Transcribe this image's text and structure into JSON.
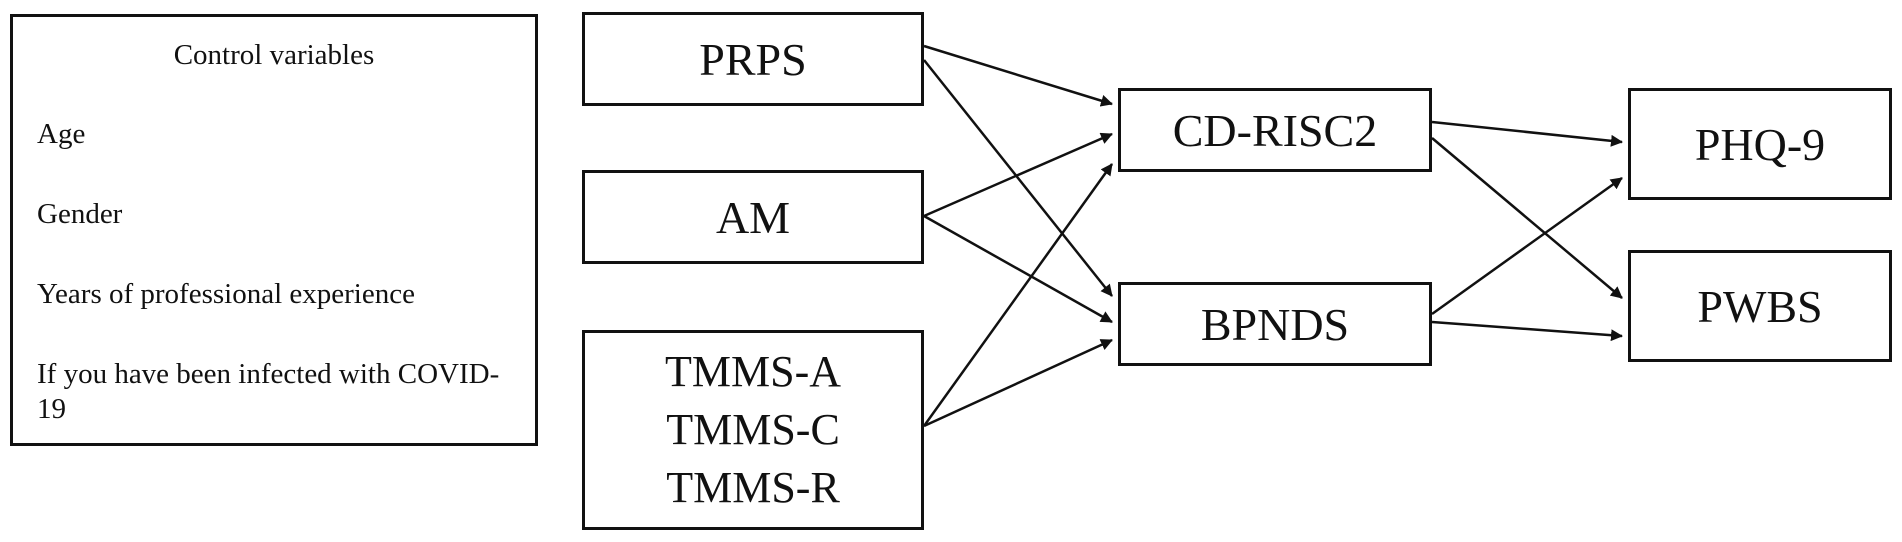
{
  "controls": {
    "title": "Control variables",
    "items": [
      "Age",
      "Gender",
      "Years of professional experience",
      "If you have been infected with COVID-19"
    ]
  },
  "nodes": {
    "prps": "PRPS",
    "am": "AM",
    "tmms_lines": [
      "TMMS-A",
      "TMMS-C",
      "TMMS-R"
    ],
    "cdrisc": "CD-RISC2",
    "bpnds": "BPNDS",
    "phq": "PHQ-9",
    "pwbs": "PWBS"
  },
  "edges": [
    [
      "prps",
      "cdrisc"
    ],
    [
      "prps",
      "bpnds"
    ],
    [
      "am",
      "cdrisc"
    ],
    [
      "am",
      "bpnds"
    ],
    [
      "tmms",
      "cdrisc"
    ],
    [
      "tmms",
      "bpnds"
    ],
    [
      "cdrisc",
      "phq"
    ],
    [
      "cdrisc",
      "pwbs"
    ],
    [
      "bpnds",
      "phq"
    ],
    [
      "bpnds",
      "pwbs"
    ]
  ]
}
